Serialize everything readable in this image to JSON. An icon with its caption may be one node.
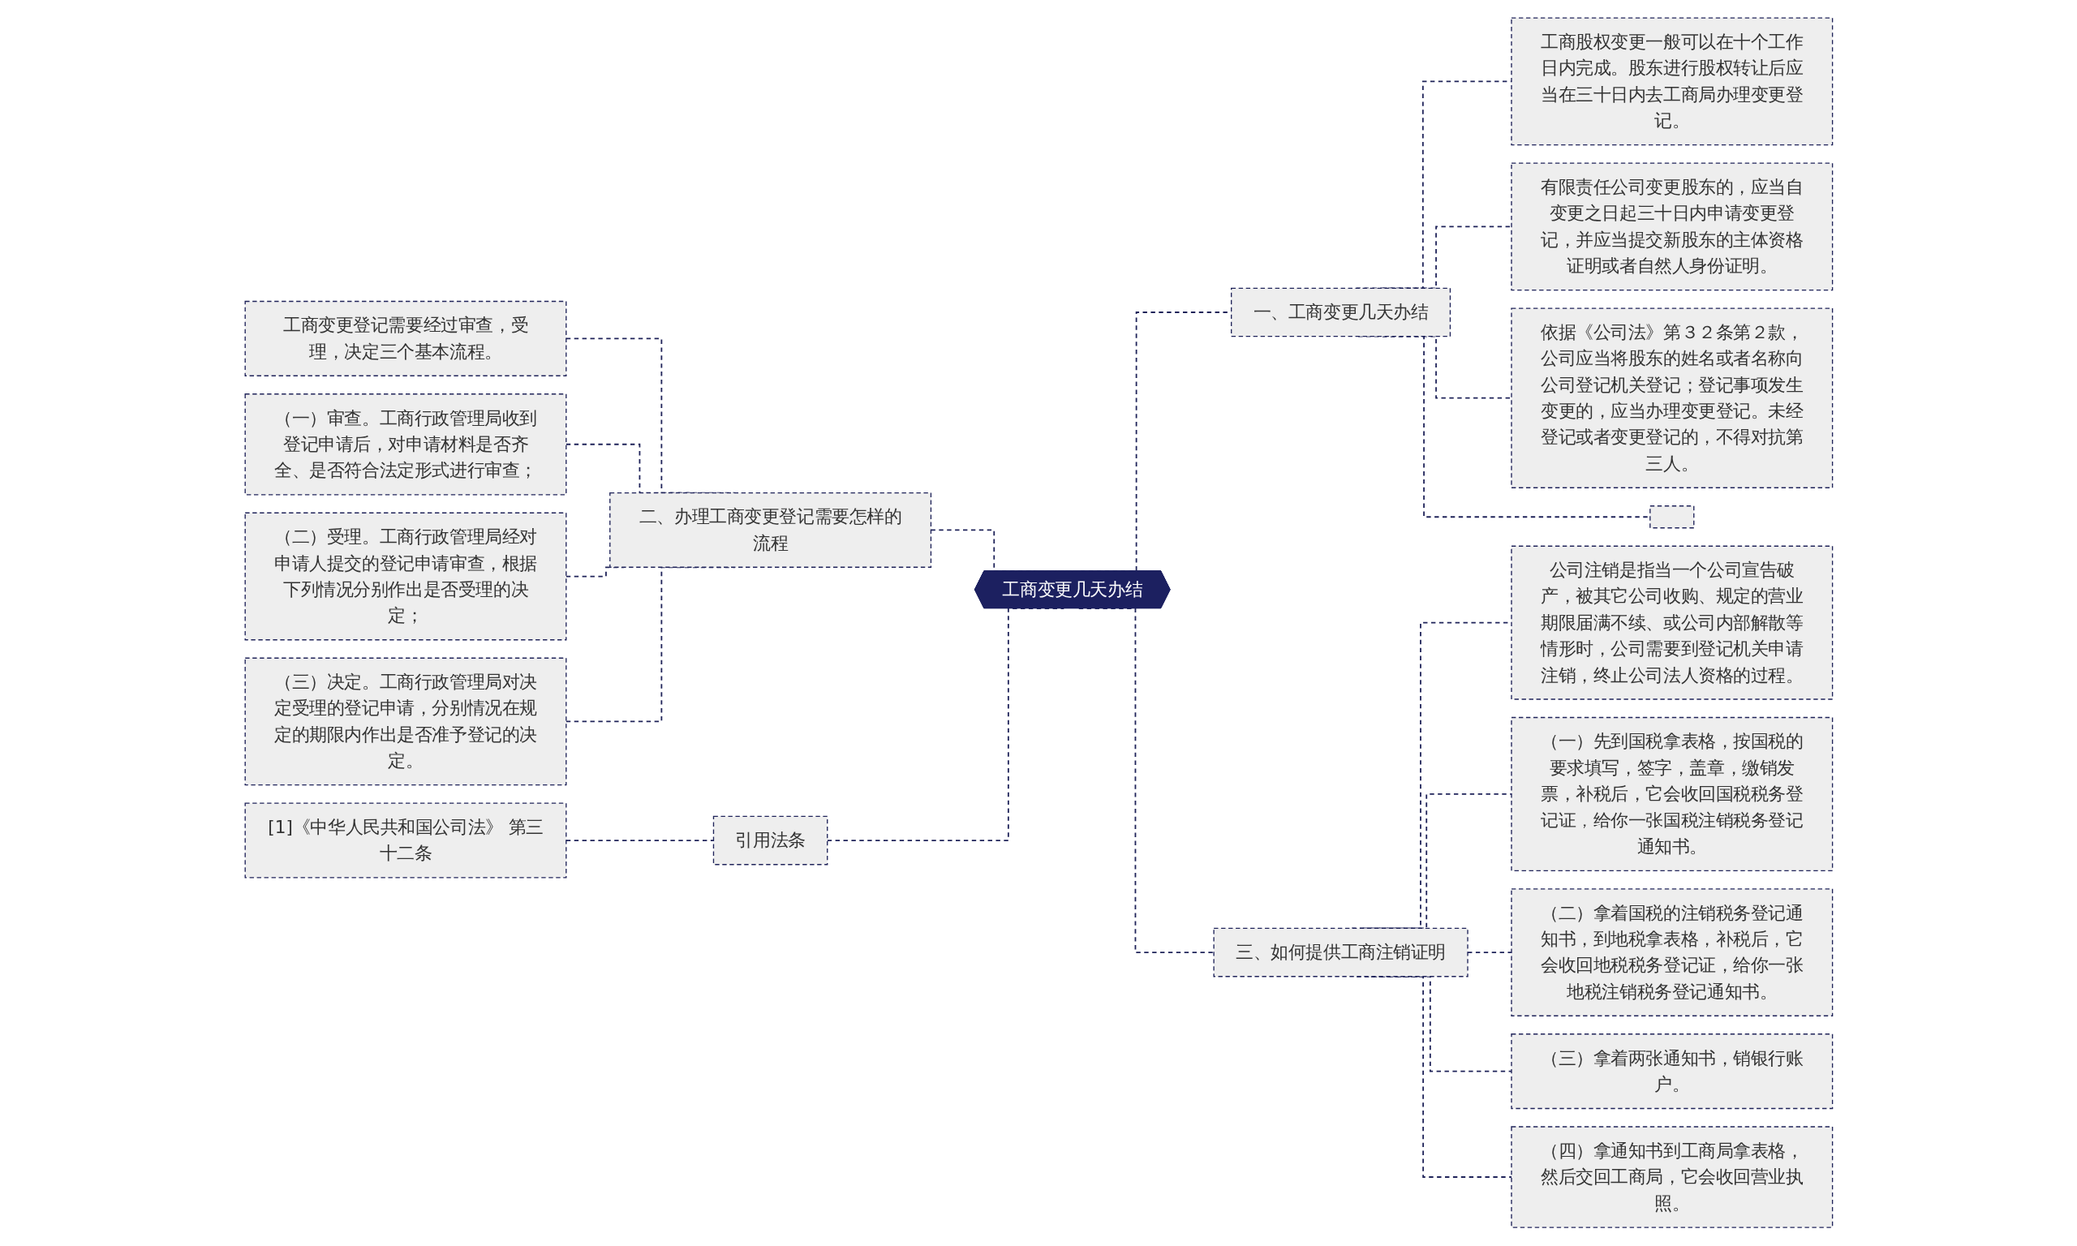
{
  "diagram": {
    "nodes": [
      {
        "text": [
          "工商变更几天办结"
        ]
      },
      {
        "text": [
          "一、工商变更几天办结"
        ]
      },
      {
        "text": [
          "工商股权变更一般可以在十个工作日内完成。股东进行股权转让后应当在三十日内去工商局办理变更登记。"
        ]
      },
      {
        "text": [
          "有限责任公司变更股东的，应当自变更之日起三十日内申请变更登记，并应当提交新股东的主体资格证明或者自然人身份证明。"
        ]
      },
      {
        "text": [
          "依据《公司法》第３２条第２款，公司应当将股东的姓名或者名称向公司登记机关登记；登记事项发生变更的，应当办理变更登记。未经登记或者变更登记的，不得对抗第三人。"
        ]
      },
      {
        "text": [],
        "shape": "box"
      },
      {
        "text": [
          "三、如何提供工商注销证明"
        ]
      },
      {
        "text": [
          "公司注销是指当一个公司宣告破产，被其它公司收购、规定的营业期限届满不续、或公司内部解散等情形时，公司需要到登记机关申请注销，终止公司法人资格的过程。"
        ]
      },
      {
        "text": [
          "（一）先到国税拿表格，按国税的要求填写，签字，盖章，缴销发票，补税后，它会收回国税税务登记证，给你一张国税注销税务登记通知书。"
        ]
      },
      {
        "text": [
          "（二）拿着国税的注销税务登记通知书，到地税拿表格，补税后，它会收回地税税务登记证，给你一张地税注销税务登记通知书。"
        ]
      },
      {
        "text": [
          "（三）拿着两张通知书，销银行账户。"
        ]
      },
      {
        "text": [
          "（四）拿通知书到工商局拿表格，然后交回工商局，它会收回营业执照。"
        ]
      },
      {
        "text": [
          "二、办理工商变更登记需要怎样的流程"
        ]
      },
      {
        "text": [
          "工商变更登记需要经过审查，受理，决定三个基本流程。"
        ]
      },
      {
        "text": [
          "（一）审查。工商行政管理局收到登记申请后，对申请材料是否齐全、是否符合法定形式进行审查；"
        ]
      },
      {
        "text": [
          "（二）受理。工商行政管理局经对申请人提交的登记申请审查，根据下列情况分别作出是否受理的决定；"
        ]
      },
      {
        "text": [
          "（三）决定。工商行政管理局对决定受理的登记申请，分别情况在规定的期限内作出是否准予登记的决定。"
        ]
      },
      {
        "text": [
          "引用法条"
        ]
      },
      {
        "text": [
          "[1]《中华人民共和国公司法》 第三十二条"
        ]
      }
    ],
    "edges": [
      {
        "from": 0,
        "to": 1,
        "arrow": "none",
        "style": "dashed"
      },
      {
        "from": 1,
        "to": 2,
        "arrow": "none",
        "style": "dashed"
      },
      {
        "from": 1,
        "to": 3,
        "arrow": "none",
        "style": "dashed"
      },
      {
        "from": 1,
        "to": 4,
        "arrow": "none",
        "style": "dashed"
      },
      {
        "from": 1,
        "to": 5,
        "arrow": "none",
        "style": "dashed"
      },
      {
        "from": 0,
        "to": 6,
        "arrow": "none",
        "style": "dashed"
      },
      {
        "from": 6,
        "to": 7,
        "arrow": "none",
        "style": "dashed"
      },
      {
        "from": 6,
        "to": 8,
        "arrow": "none",
        "style": "dashed"
      },
      {
        "from": 6,
        "to": 9,
        "arrow": "none",
        "style": "dashed"
      },
      {
        "from": 6,
        "to": 10,
        "arrow": "none",
        "style": "dashed"
      },
      {
        "from": 6,
        "to": 11,
        "arrow": "none",
        "style": "dashed"
      },
      {
        "from": 12,
        "to": 0,
        "arrow": "none",
        "style": "dashed"
      },
      {
        "from": 13,
        "to": 12,
        "arrow": "none",
        "style": "dashed"
      },
      {
        "from": 14,
        "to": 12,
        "arrow": "none",
        "style": "dashed"
      },
      {
        "from": 15,
        "to": 12,
        "arrow": "none",
        "style": "dashed"
      },
      {
        "from": 16,
        "to": 12,
        "arrow": "none",
        "style": "dashed"
      },
      {
        "from": 17,
        "to": 0,
        "arrow": "none",
        "style": "dashed"
      },
      {
        "from": 18,
        "to": 17,
        "arrow": "none",
        "style": "dashed"
      }
    ]
  }
}
